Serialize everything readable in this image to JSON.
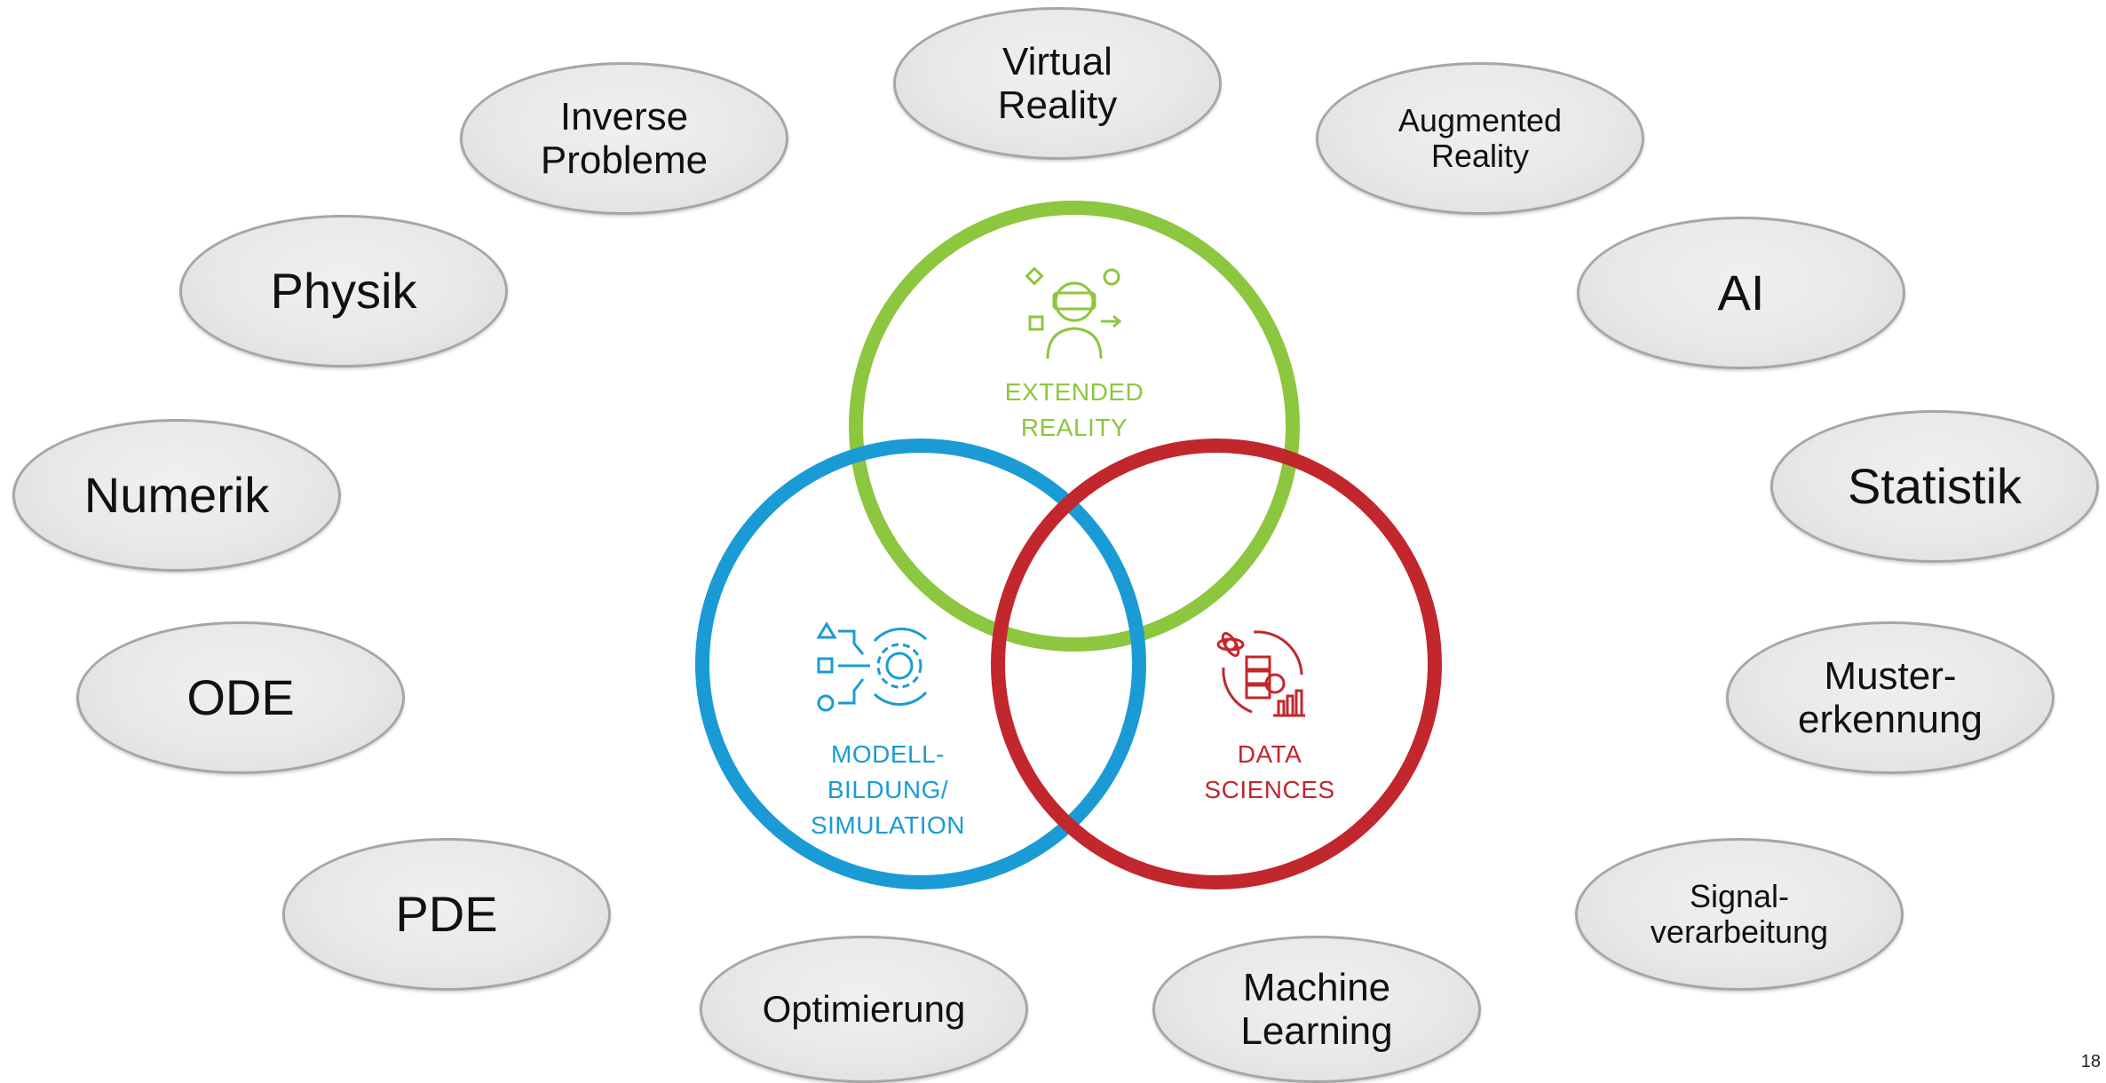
{
  "colors": {
    "extended_reality": "#8dc63f",
    "modellbildung": "#1a9bd5",
    "data_sciences": "#c1272d",
    "bubble_border": "#a6a6a6",
    "bubble_fill": "#e8e8e8"
  },
  "venn": {
    "extended_reality": {
      "label": "EXTENDED\nREALITY",
      "icon": "vr-headset-person-icon"
    },
    "modellbildung": {
      "label": "MODELL-\nBILDUNG/\nSIMULATION",
      "icon": "shapes-to-gear-icon"
    },
    "data_sciences": {
      "label": "DATA\nSCIENCES",
      "icon": "data-server-chart-icon"
    }
  },
  "bubbles": {
    "virtual_reality": "Virtual\nReality",
    "inverse_probleme": "Inverse\nProbleme",
    "augmented_reality": "Augmented\nReality",
    "physik": "Physik",
    "ai": "AI",
    "numerik": "Numerik",
    "statistik": "Statistik",
    "ode": "ODE",
    "mustererkennung": "Muster-\nerkennung",
    "pde": "PDE",
    "signalverarbeitung": "Signal-\nverarbeitung",
    "optimierung": "Optimierung",
    "machine_learning": "Machine\nLearning"
  },
  "page_number": "18"
}
